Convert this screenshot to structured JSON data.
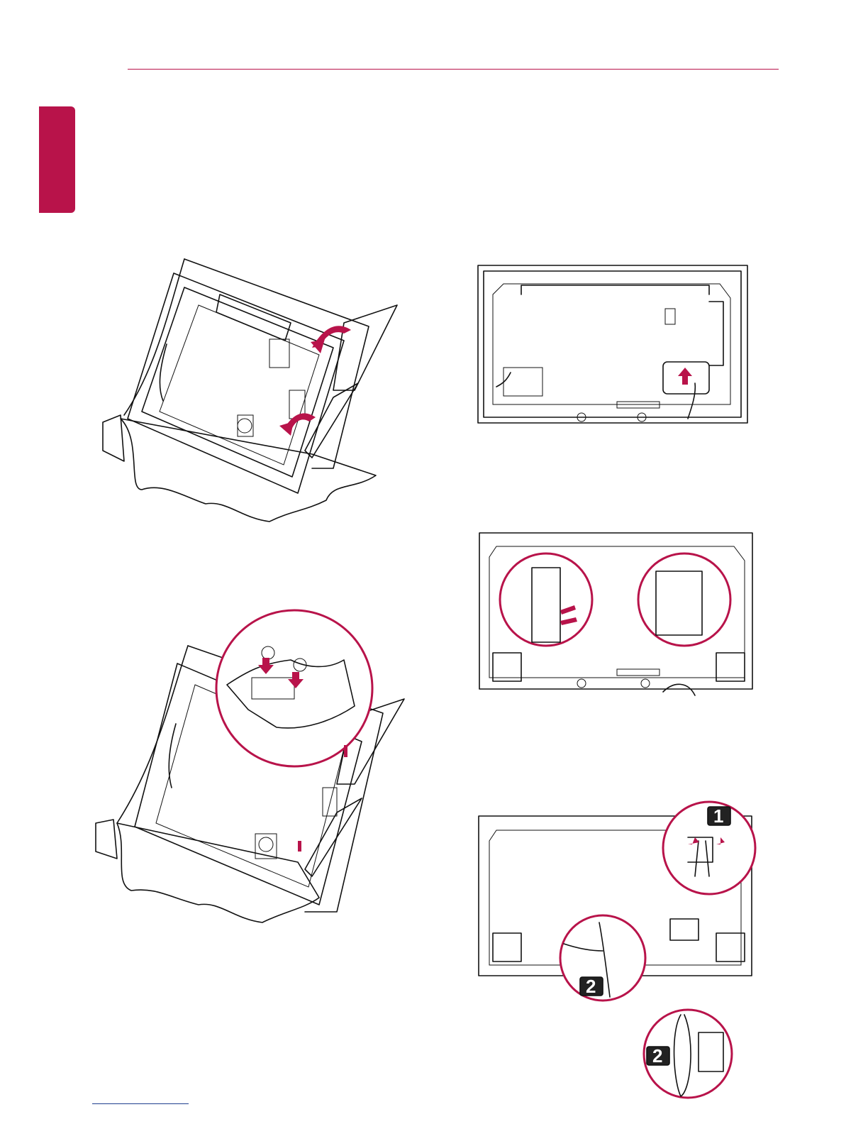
{
  "page": {
    "accent_color": "#b8134a",
    "link_rule_color": "#1f3f8f"
  },
  "figures": {
    "fig1": {
      "icon": "tv-stand-attach-illustration"
    },
    "fig2": {
      "icon": "tv-stand-screw-illustration"
    },
    "fig3": {
      "icon": "tv-back-power-cable-illustration"
    },
    "fig4": {
      "icon": "tv-back-cable-guide-illustration"
    },
    "fig5": {
      "icon": "tv-back-cable-tie-illustration",
      "badge_1": "1",
      "badge_2a": "2",
      "badge_2b": "2"
    }
  }
}
